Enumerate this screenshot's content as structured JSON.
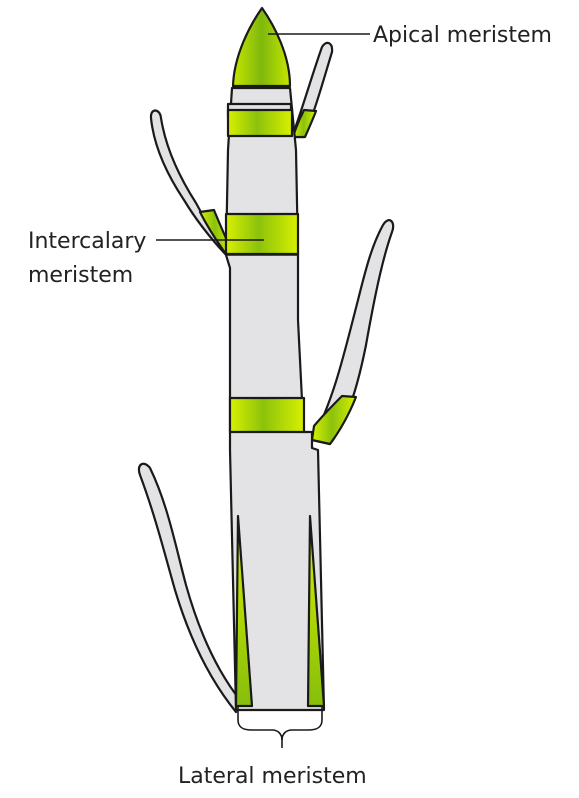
{
  "labels": {
    "apical": "Apical meristem",
    "intercalary_line1": "Intercalary",
    "intercalary_line2": "meristem",
    "lateral": "Lateral meristem"
  },
  "colors": {
    "stem_fill": "#e3e3e5",
    "meristem_light": "#d8f000",
    "meristem_dark": "#8cc20c",
    "outline": "#1a1a1a"
  }
}
